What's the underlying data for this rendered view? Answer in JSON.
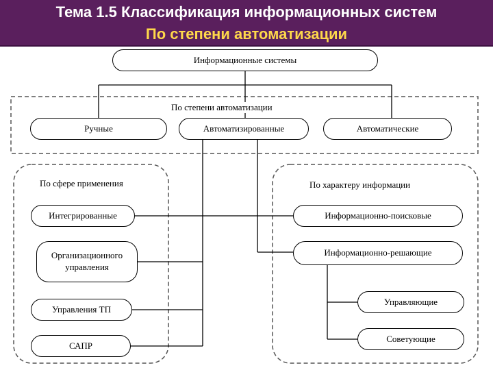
{
  "header": {
    "title": "Тема 1.5 Классификация информационных систем",
    "subtitle": "По степени автоматизации"
  },
  "diagram": {
    "root": "Информационные системы",
    "automation_group": {
      "label": "По степени автоматизации",
      "items": [
        "Ручные",
        "Автоматизированные",
        "Автоматические"
      ]
    },
    "application_group": {
      "label": "По сфере применения",
      "items": [
        "Интегрированные",
        "Организационного управления",
        "Управления ТП",
        "САПР"
      ]
    },
    "information_group": {
      "label": "По характеру информации",
      "items": [
        "Информационно-поисковые",
        "Информационно-решающие"
      ],
      "subitems": [
        "Управляющие",
        "Советующие"
      ]
    }
  },
  "colors": {
    "header_bg": "#5a1f5d",
    "title_text": "#ffffff",
    "subtitle_text": "#ffd84a"
  }
}
